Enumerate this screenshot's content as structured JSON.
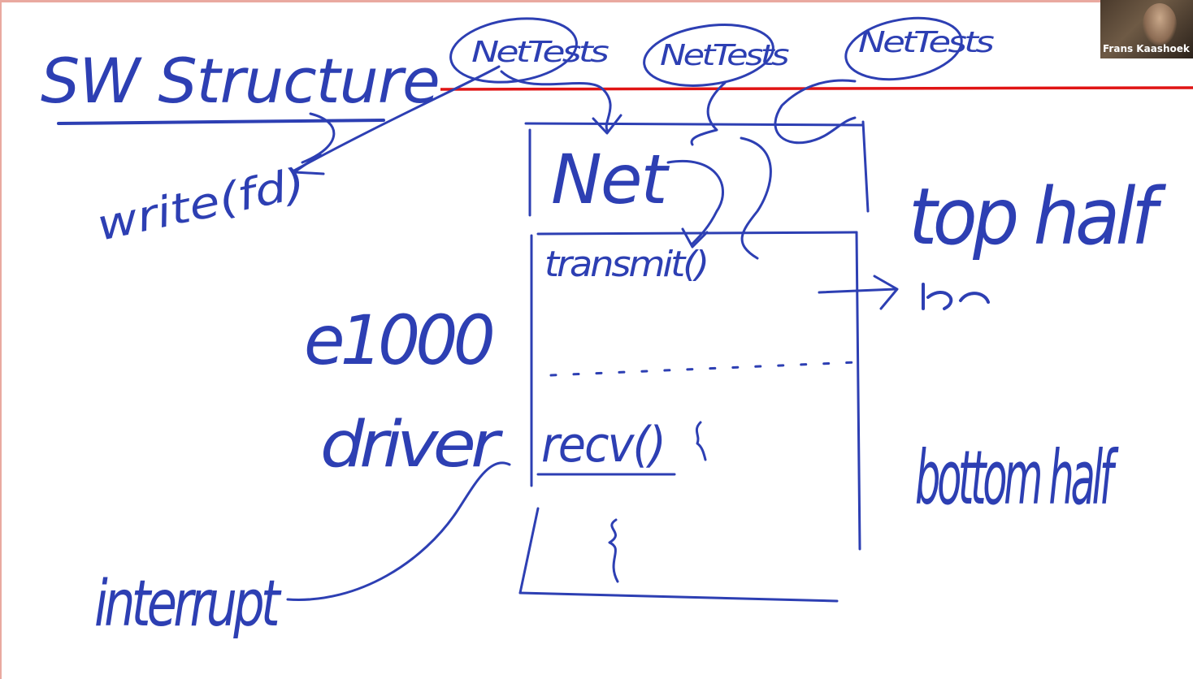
{
  "video": {
    "participant_name": "Frans Kaashoek"
  },
  "whiteboard": {
    "title": "SW Structure",
    "apps": [
      "NetTests",
      "NetTests",
      "NetTests"
    ],
    "syscall": "write(fd)",
    "kernel_layer": "Net",
    "transmit_call": "transmit()",
    "driver_name": "e1000",
    "driver_word": "driver",
    "recv_call": "recv()",
    "interrupt_label": "interrupt",
    "top_half_label": "top half",
    "bottom_half_label": "bottom half",
    "ink_color": "#2d3fb3",
    "rule_color": "#e01414"
  }
}
